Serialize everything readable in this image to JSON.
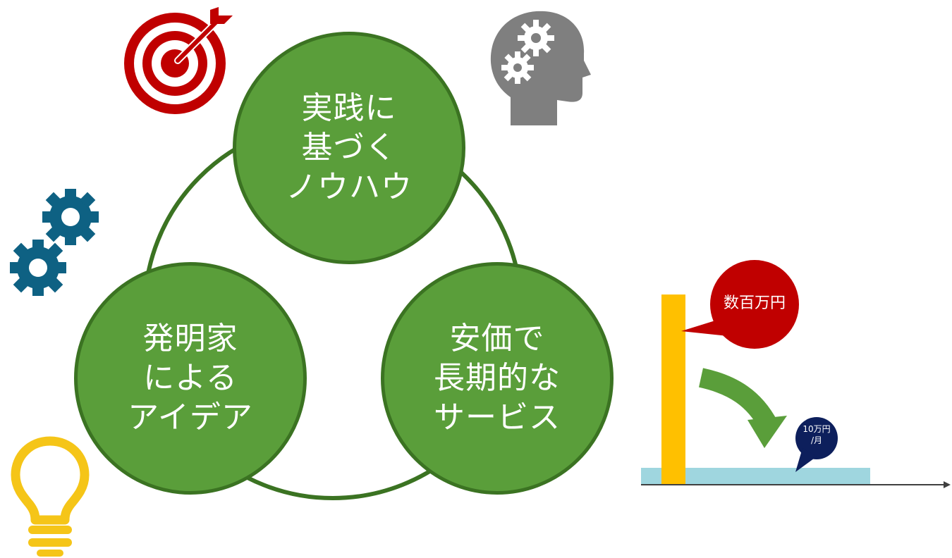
{
  "circles": {
    "top": {
      "lines": [
        "実践に",
        "基づく",
        "ノウハウ"
      ]
    },
    "left": {
      "lines": [
        "発明家",
        "による",
        "アイデア"
      ]
    },
    "right": {
      "lines": [
        "安価で",
        "長期的な",
        "サービス"
      ]
    }
  },
  "icons": {
    "target": "target-icon",
    "head_gears": "head-gears-icon",
    "gears": "gears-icon",
    "lightbulb": "lightbulb-icon",
    "arrow": "curved-arrow-icon"
  },
  "cost_chart": {
    "high_cost_label": "数百万円",
    "low_cost_label_line1": "10万円",
    "low_cost_label_line2": "/月"
  },
  "colors": {
    "circle_fill": "#5a9e3a",
    "circle_border": "#3b7322",
    "target_red": "#c00000",
    "gear_blue": "#0e6183",
    "bulb_yellow": "#f5c518",
    "head_gray": "#7f7f7f",
    "bar_yellow": "#ffc000",
    "bar_light_blue": "#9fd6df",
    "callout_red": "#c00000",
    "callout_navy": "#0d1f5c",
    "arrow_green": "#5a9e3a"
  }
}
